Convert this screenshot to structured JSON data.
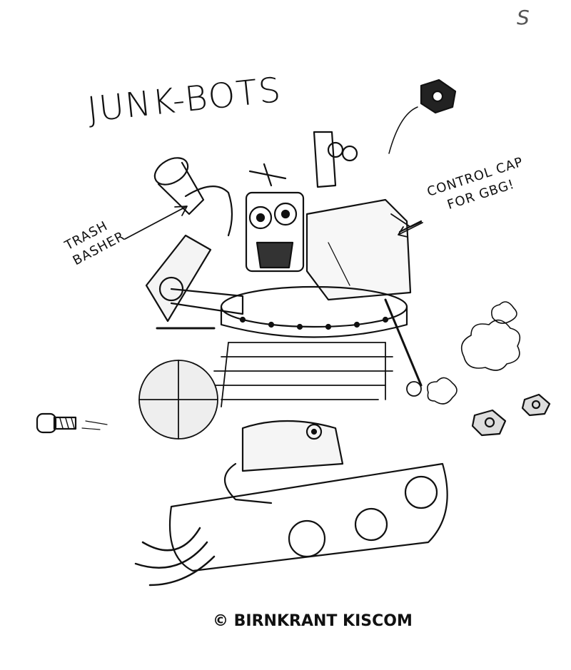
{
  "page_number": "S",
  "title": "JUNK-BOTS",
  "labels": {
    "trash_basher": "TRASH BASHER",
    "control_cap": "CONTROL CAP FOR GBG!"
  },
  "credit": "© BIRNKRANT KISCOM"
}
